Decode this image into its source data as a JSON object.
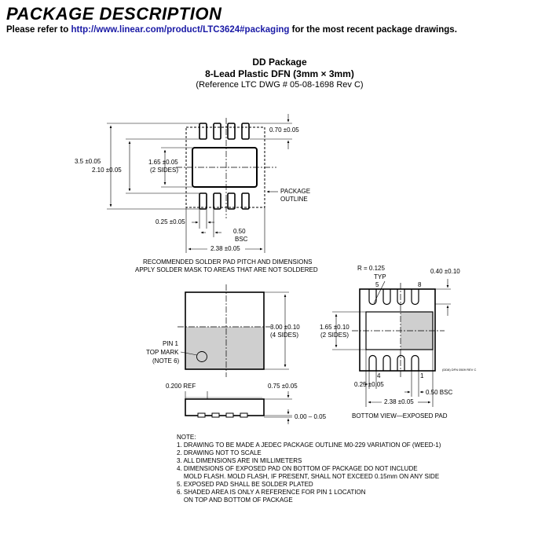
{
  "header": {
    "title": "PACKAGE DESCRIPTION",
    "refer_prefix": "Please refer to",
    "refer_link": "http://www.linear.com/product/LTC3624#packaging",
    "refer_suffix": "for the most recent package drawings."
  },
  "package": {
    "title": "DD Package",
    "subtitle": "8-Lead Plastic DFN (3mm × 3mm)",
    "reference": "(Reference LTC DWG # 05-08-1698 Rev C)"
  },
  "footprint": {
    "dim_070": "0.70 ±0.05",
    "dim_35": "3.5 ±0.05",
    "dim_210": "2.10 ±0.05",
    "dim_165": "1.65 ±0.05",
    "dim_165_note": "(2 SIDES)",
    "outline_label_1": "PACKAGE",
    "outline_label_2": "OUTLINE",
    "dim_025": "0.25 ±0.05",
    "dim_050": "0.50",
    "dim_050_note": "BSC",
    "dim_238": "2.38 ±0.05",
    "caption_1": "RECOMMENDED SOLDER PAD PITCH AND DIMENSIONS",
    "caption_2": "APPLY SOLDER MASK TO AREAS THAT ARE NOT SOLDERED"
  },
  "top_view": {
    "dim_300": "3.00 ±0.10",
    "dim_300_note": "(4 SIDES)",
    "pin1_1": "PIN 1",
    "pin1_2": "TOP MARK",
    "pin1_3": "(NOTE 6)",
    "dim_ref": "0.200 REF",
    "dim_075": "0.75 ±0.05",
    "dim_000": "0.00 – 0.05"
  },
  "bottom_view": {
    "radius_1": "R = 0.125",
    "radius_2": "TYP",
    "pin_5": "5",
    "pin_8": "8",
    "pin_4": "4",
    "pin_1": "1",
    "dim_040": "0.40 ±0.10",
    "dim_165": "1.65 ±0.10",
    "dim_165_note": "(2 SIDES)",
    "dim_025": "0.25 ±0.05",
    "dim_050": "0.50 BSC",
    "dim_238": "2.38 ±0.05",
    "caption": "BOTTOM VIEW—EXPOSED PAD",
    "drawing_id": "(DD8) DFN 0509 REV C"
  },
  "notes": {
    "heading": "NOTE:",
    "items": [
      "1. DRAWING TO BE MADE A JEDEC PACKAGE OUTLINE M0-229 VARIATION OF (WEED-1)",
      "2. DRAWING NOT TO SCALE",
      "3. ALL DIMENSIONS ARE IN MILLIMETERS",
      "4. DIMENSIONS OF EXPOSED PAD ON BOTTOM OF PACKAGE DO NOT INCLUDE",
      "    MOLD FLASH. MOLD FLASH, IF PRESENT, SHALL NOT EXCEED 0.15mm ON ANY SIDE",
      "5. EXPOSED PAD SHALL BE SOLDER PLATED",
      "6. SHADED AREA IS ONLY A REFERENCE FOR PIN 1 LOCATION",
      "    ON TOP AND BOTTOM OF PACKAGE"
    ]
  }
}
